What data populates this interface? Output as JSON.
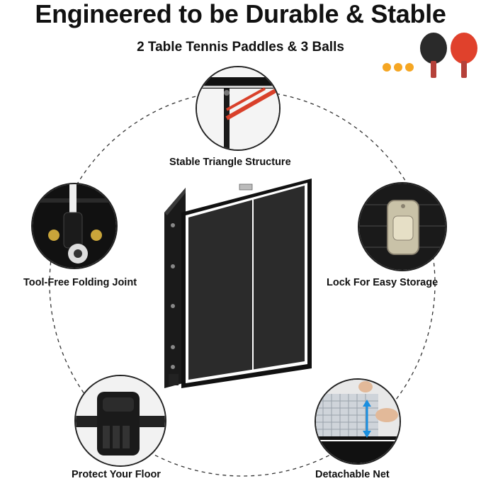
{
  "header": {
    "title": "Engineered to be Durable & Stable",
    "subtitle": "2 Table Tennis Paddles & 3 Balls"
  },
  "features": {
    "triangle": "Stable Triangle Structure",
    "joint": "Tool-Free Folding Joint",
    "lock": "Lock For Easy Storage",
    "floor": "Protect Your Floor",
    "net": "Detachable Net"
  },
  "colors": {
    "table_top": "#2b2b2b",
    "frame": "#111111",
    "edge_line": "#ffffff",
    "ball": "#f5a623",
    "paddle_red": "#e0412c",
    "paddle_black": "#2a2a2a",
    "paddle_handle": "#b5413a",
    "triangle_red": "#d9402a"
  }
}
